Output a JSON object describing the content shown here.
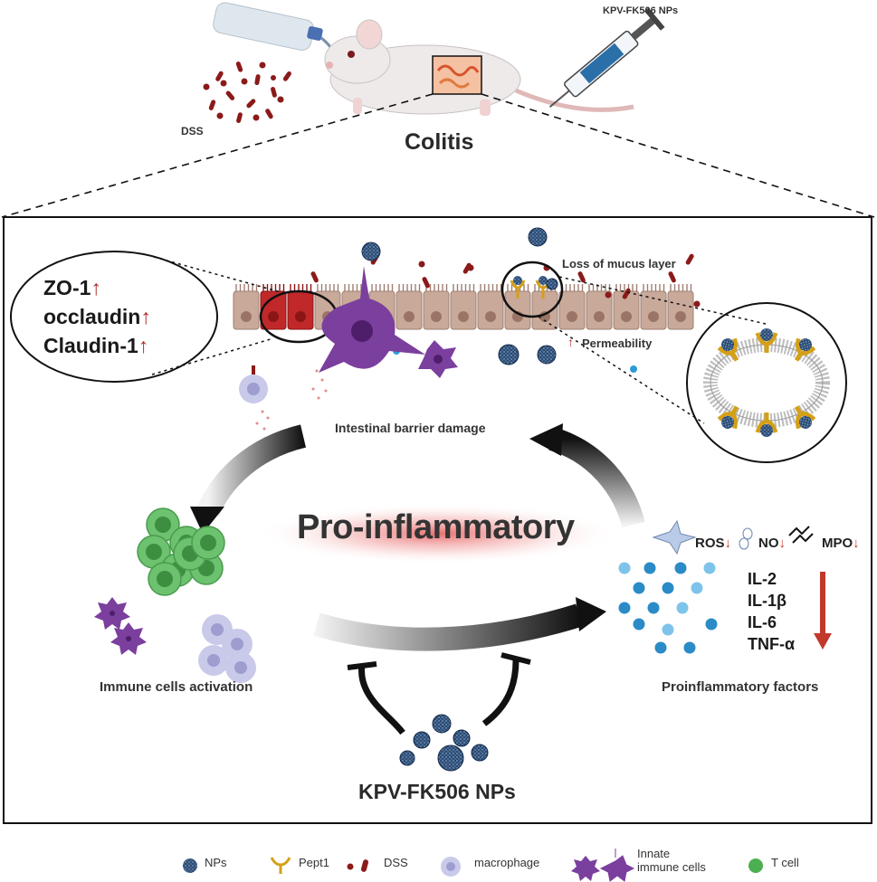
{
  "top": {
    "title": "Colitis",
    "dss_label": "DSS",
    "syringe_label": "KPV-FK506 NPs"
  },
  "epithelium": {
    "mucus_label": "Loss of mucus layer",
    "permeability_arrow": "↑",
    "permeability_label": "Permeability",
    "barrier_label": "Intestinal barrier damage"
  },
  "tight_junctions": [
    {
      "name": "ZO-1",
      "arrow": "↑"
    },
    {
      "name": "occlaudin",
      "arrow": "↑"
    },
    {
      "name": "Claudin-1",
      "arrow": "↑"
    }
  ],
  "cycle": {
    "center_title": "Pro-inflammatory",
    "immune_label": "Immune cells  activation",
    "factors_label": "Proinflammatory factors",
    "nps_label": "KPV-FK506 NPs"
  },
  "indicators": [
    {
      "name": "ROS",
      "arrow": "↓"
    },
    {
      "name": "NO",
      "arrow": "↓"
    },
    {
      "name": "MPO",
      "arrow": "↓"
    }
  ],
  "cytokines": [
    "IL-2",
    "IL-1β",
    "IL-6",
    "TNF-α"
  ],
  "legend": [
    {
      "label": "NPs",
      "icon": "np-icon"
    },
    {
      "label": "Pept1",
      "icon": "pept1-icon"
    },
    {
      "label": "DSS",
      "icon": "dss-icon"
    },
    {
      "label": "macrophage",
      "icon": "macrophage-icon"
    },
    {
      "label": "Innate\nimmune cells",
      "icon": "innate-cell-icon"
    },
    {
      "label": "T cell",
      "icon": "tcell-icon"
    }
  ],
  "colors": {
    "np": "#1e3a5f",
    "pept1": "#d4a017",
    "dss": "#8b1a1a",
    "macrophage": "#b8b8e0",
    "innate": "#7b3f9e",
    "tcell": "#4caf50",
    "arrow_down": "#c0392b",
    "cell_body": "#c9a99a"
  }
}
